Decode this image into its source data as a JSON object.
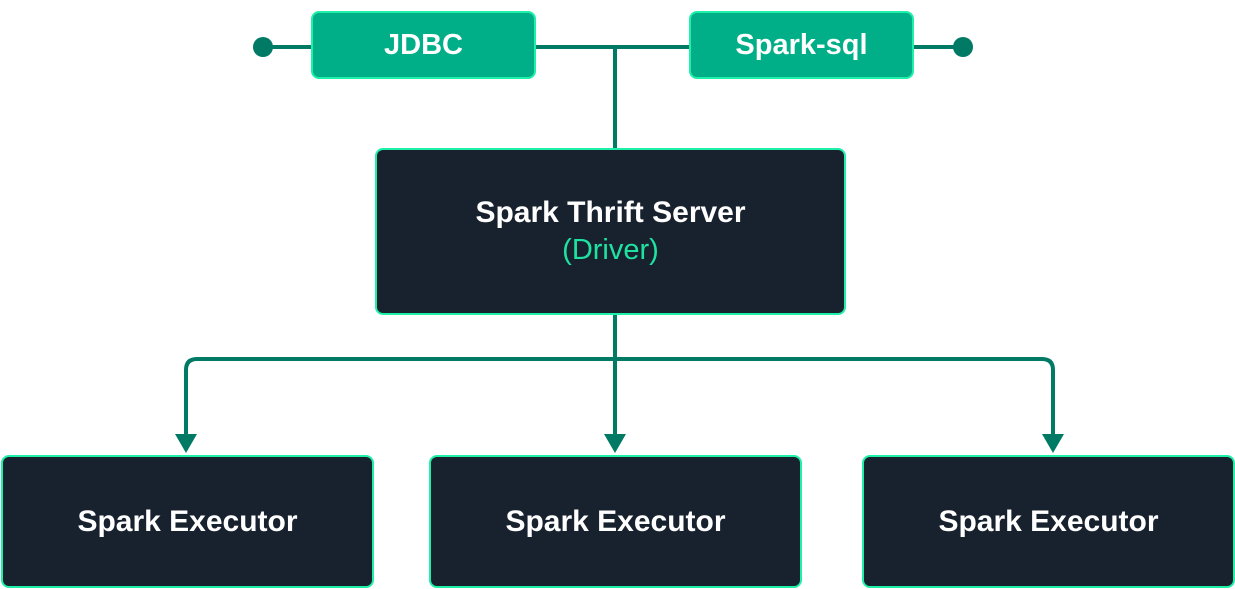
{
  "clients": [
    {
      "label": "JDBC"
    },
    {
      "label": "Spark-sql"
    }
  ],
  "driver": {
    "title": "Spark Thrift Server",
    "subtitle": "(Driver)"
  },
  "executors": [
    {
      "label": "Spark Executor"
    },
    {
      "label": "Spark Executor"
    },
    {
      "label": "Spark Executor"
    }
  ],
  "colors": {
    "line": "#007a65",
    "client": "#00af87",
    "node": "#18222f",
    "border": "#1ef0a8",
    "accent": "#1ee2a0"
  }
}
